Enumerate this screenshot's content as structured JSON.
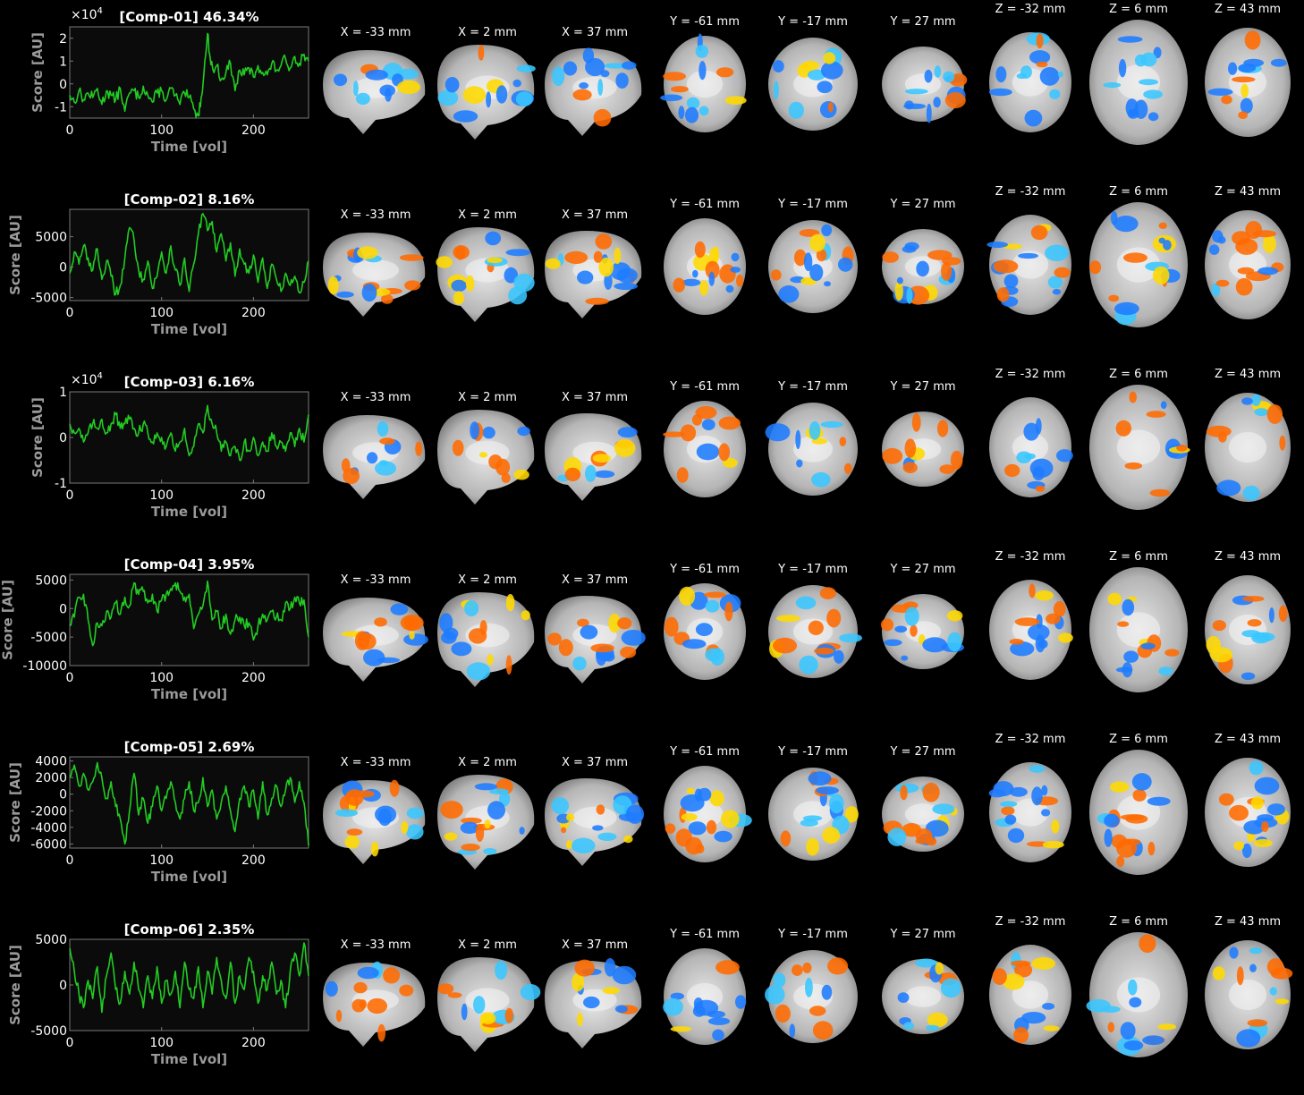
{
  "chart_data": [
    {
      "type": "line",
      "title": "[Comp-01] 46.34%",
      "xlabel": "Time [vol]",
      "ylabel": "Score [AU]",
      "exponent_label": "×10",
      "exponent_power": "4",
      "xlim": [
        0,
        260
      ],
      "ylim": [
        -1.5,
        2.5
      ],
      "xticks": [
        0,
        100,
        200
      ],
      "yticks": [
        -1,
        0,
        1,
        2
      ],
      "ytick_labels": [
        "-1",
        "0",
        "1",
        "2"
      ],
      "series": [
        {
          "color": "#22cc22",
          "x": [
            0,
            5,
            10,
            15,
            20,
            25,
            30,
            35,
            40,
            45,
            50,
            55,
            60,
            65,
            70,
            75,
            80,
            85,
            90,
            95,
            100,
            105,
            110,
            115,
            120,
            125,
            130,
            135,
            140,
            143,
            146,
            150,
            153,
            156,
            160,
            165,
            170,
            175,
            180,
            185,
            190,
            195,
            200,
            205,
            210,
            215,
            220,
            225,
            230,
            235,
            240,
            245,
            250,
            255,
            260
          ],
          "y": [
            -0.5,
            -0.8,
            -0.3,
            -0.7,
            -0.4,
            -0.6,
            -0.2,
            -0.9,
            -0.3,
            -0.5,
            -0.7,
            -0.2,
            -1.2,
            -0.4,
            -0.3,
            -0.6,
            -0.1,
            -0.5,
            -0.8,
            -0.4,
            -0.3,
            -0.7,
            -0.2,
            -0.5,
            -0.9,
            -0.4,
            -0.6,
            -1.1,
            -1.4,
            -0.6,
            0.4,
            2.2,
            1.1,
            0.6,
            0.8,
            0.2,
            0.5,
            0.9,
            -0.3,
            0.6,
            0.4,
            0.7,
            0.3,
            0.8,
            0.5,
            0.4,
            0.9,
            0.6,
            0.8,
            1.1,
            0.7,
            1.2,
            0.9,
            1.3,
            1.0
          ]
        }
      ]
    },
    {
      "type": "line",
      "title": "[Comp-02] 8.16%",
      "xlabel": "Time [vol]",
      "ylabel": "Score [AU]",
      "xlim": [
        0,
        260
      ],
      "ylim": [
        -5500,
        9500
      ],
      "xticks": [
        0,
        100,
        200
      ],
      "yticks": [
        -5000,
        0,
        5000
      ],
      "ytick_labels": [
        "-5000",
        "0",
        "5000"
      ],
      "series": [
        {
          "color": "#22cc22",
          "x": [
            0,
            5,
            10,
            15,
            20,
            25,
            30,
            35,
            40,
            45,
            50,
            55,
            60,
            65,
            70,
            75,
            80,
            85,
            90,
            95,
            100,
            105,
            110,
            115,
            120,
            125,
            130,
            135,
            140,
            145,
            150,
            155,
            160,
            165,
            170,
            175,
            180,
            185,
            190,
            195,
            200,
            205,
            210,
            215,
            220,
            225,
            230,
            235,
            240,
            245,
            250,
            255,
            260
          ],
          "y": [
            -1000,
            2500,
            500,
            3500,
            1500,
            -500,
            3000,
            -2000,
            1000,
            -1500,
            -4500,
            -3000,
            1500,
            6500,
            4500,
            -500,
            -2000,
            1000,
            -3500,
            -1500,
            2500,
            -1000,
            3500,
            -500,
            -3000,
            1500,
            -4000,
            500,
            5500,
            8800,
            6000,
            7500,
            2500,
            5500,
            1000,
            4000,
            -1500,
            3000,
            500,
            -1000,
            2000,
            -2500,
            1500,
            -3500,
            500,
            -2000,
            -4000,
            -1000,
            -3000,
            -1500,
            -4200,
            -2500,
            1000
          ]
        }
      ]
    },
    {
      "type": "line",
      "title": "[Comp-03] 6.16%",
      "xlabel": "Time [vol]",
      "ylabel": "Score [AU]",
      "exponent_label": "×10",
      "exponent_power": "4",
      "xlim": [
        0,
        260
      ],
      "ylim": [
        -1,
        1
      ],
      "xticks": [
        0,
        100,
        200
      ],
      "yticks": [
        -1,
        0,
        1
      ],
      "ytick_labels": [
        "-1",
        "0",
        "1"
      ],
      "series": [
        {
          "color": "#22cc22",
          "x": [
            0,
            5,
            10,
            15,
            20,
            25,
            30,
            35,
            40,
            45,
            50,
            55,
            60,
            65,
            70,
            75,
            80,
            85,
            90,
            95,
            100,
            105,
            110,
            115,
            120,
            125,
            130,
            135,
            140,
            145,
            150,
            155,
            160,
            165,
            170,
            175,
            180,
            185,
            190,
            195,
            200,
            205,
            210,
            215,
            220,
            225,
            230,
            235,
            240,
            245,
            250,
            255,
            260
          ],
          "y": [
            0.3,
            0.1,
            0.2,
            -0.1,
            0.1,
            0.3,
            0.2,
            0.4,
            0.1,
            0.3,
            0.5,
            0.2,
            0.3,
            0.4,
            0.2,
            0.1,
            0.3,
            0.1,
            -0.1,
            0.1,
            0.0,
            -0.2,
            0.1,
            -0.3,
            -0.1,
            0.2,
            -0.4,
            -0.2,
            0.3,
            0.1,
            0.7,
            0.3,
            0.1,
            -0.3,
            -0.1,
            -0.4,
            -0.2,
            -0.5,
            -0.1,
            -0.3,
            0.0,
            -0.4,
            -0.1,
            -0.3,
            0.1,
            -0.2,
            -0.1,
            -0.3,
            0.1,
            -0.2,
            0.2,
            -0.1,
            0.5
          ]
        }
      ]
    },
    {
      "type": "line",
      "title": "[Comp-04] 3.95%",
      "xlabel": "Time [vol]",
      "ylabel": "Score [AU]",
      "xlim": [
        0,
        260
      ],
      "ylim": [
        -10000,
        6000
      ],
      "xticks": [
        0,
        100,
        200
      ],
      "yticks": [
        -10000,
        -5000,
        0,
        5000
      ],
      "ytick_labels": [
        "-10000",
        "-5000",
        "0",
        "5000"
      ],
      "series": [
        {
          "color": "#22cc22",
          "x": [
            0,
            5,
            10,
            15,
            20,
            25,
            30,
            35,
            40,
            45,
            50,
            55,
            60,
            65,
            70,
            75,
            80,
            85,
            90,
            95,
            100,
            105,
            110,
            115,
            120,
            125,
            130,
            135,
            140,
            145,
            150,
            155,
            160,
            165,
            170,
            175,
            180,
            185,
            190,
            195,
            200,
            205,
            210,
            215,
            220,
            225,
            230,
            235,
            240,
            245,
            250,
            255,
            260
          ],
          "y": [
            -3000,
            -1500,
            2000,
            2500,
            -2000,
            -6500,
            -2500,
            -3000,
            -500,
            -1500,
            1000,
            -1000,
            2000,
            500,
            4500,
            2500,
            3000,
            1000,
            2500,
            -500,
            1500,
            2500,
            3500,
            4500,
            3000,
            2000,
            2500,
            -3500,
            -1000,
            500,
            4800,
            -2000,
            -500,
            -3500,
            -1000,
            -4500,
            -2000,
            -1500,
            -3000,
            -2500,
            -5500,
            -3000,
            -1000,
            -2000,
            -500,
            -1500,
            -2000,
            1000,
            0,
            2000,
            1000,
            1500,
            -5000
          ]
        }
      ]
    },
    {
      "type": "line",
      "title": "[Comp-05] 2.69%",
      "xlabel": "Time [vol]",
      "ylabel": "Score [AU]",
      "xlim": [
        0,
        260
      ],
      "ylim": [
        -6500,
        4500
      ],
      "xticks": [
        0,
        100,
        200
      ],
      "yticks": [
        -6000,
        -4000,
        -2000,
        0,
        2000,
        4000
      ],
      "ytick_labels": [
        "-6000",
        "-4000",
        "-2000",
        "0",
        "2000",
        "4000"
      ],
      "series": [
        {
          "color": "#22cc22",
          "x": [
            0,
            5,
            10,
            15,
            20,
            25,
            30,
            35,
            40,
            45,
            50,
            55,
            60,
            65,
            70,
            75,
            80,
            85,
            90,
            95,
            100,
            105,
            110,
            115,
            120,
            125,
            130,
            135,
            140,
            145,
            150,
            155,
            160,
            165,
            170,
            175,
            180,
            185,
            190,
            195,
            200,
            205,
            210,
            215,
            220,
            225,
            230,
            235,
            240,
            245,
            250,
            255,
            260
          ],
          "y": [
            2000,
            3500,
            1000,
            2500,
            500,
            1500,
            3800,
            2000,
            -500,
            1500,
            -1500,
            -3000,
            -6000,
            -2000,
            2500,
            -2500,
            -500,
            -3500,
            -1500,
            1000,
            -2000,
            -500,
            1500,
            -1000,
            -3000,
            -500,
            1500,
            -2000,
            -1000,
            2000,
            -1500,
            500,
            -3000,
            -1000,
            1000,
            -2000,
            -4500,
            -500,
            1000,
            -1500,
            500,
            -3000,
            1500,
            -2500,
            -500,
            1000,
            -1500,
            500,
            2000,
            -1000,
            1500,
            -1000,
            -6200
          ]
        }
      ]
    },
    {
      "type": "line",
      "title": "[Comp-06] 2.35%",
      "xlabel": "Time [vol]",
      "ylabel": "Score [AU]",
      "xlim": [
        0,
        260
      ],
      "ylim": [
        -5000,
        5000
      ],
      "xticks": [
        0,
        100,
        200
      ],
      "yticks": [
        -5000,
        0,
        5000
      ],
      "ytick_labels": [
        "-5000",
        "0",
        "5000"
      ],
      "series": [
        {
          "color": "#22cc22",
          "x": [
            0,
            5,
            10,
            15,
            20,
            25,
            30,
            35,
            40,
            45,
            50,
            55,
            60,
            65,
            70,
            75,
            80,
            85,
            90,
            95,
            100,
            105,
            110,
            115,
            120,
            125,
            130,
            135,
            140,
            145,
            150,
            155,
            160,
            165,
            170,
            175,
            180,
            185,
            190,
            195,
            200,
            205,
            210,
            215,
            220,
            225,
            230,
            235,
            240,
            245,
            250,
            255,
            260
          ],
          "y": [
            4000,
            1500,
            -1000,
            -2500,
            500,
            -1500,
            2000,
            -3000,
            1000,
            3500,
            -500,
            -2000,
            1500,
            -1000,
            2500,
            -500,
            -2500,
            1000,
            -1500,
            2000,
            -2000,
            500,
            -1000,
            1500,
            -2500,
            2500,
            -500,
            -1500,
            2000,
            -2500,
            1500,
            -1000,
            3000,
            500,
            -1500,
            2500,
            -2000,
            1000,
            -500,
            3000,
            1500,
            -2000,
            1000,
            -500,
            2500,
            -1000,
            500,
            -2500,
            1500,
            3500,
            1000,
            4600,
            1000
          ]
        }
      ]
    }
  ],
  "slice_labels": [
    "X = -33 mm",
    "X = 2 mm",
    "X = 37 mm",
    "Y = -61 mm",
    "Y = -17 mm",
    "Y = 27 mm",
    "Z = -32 mm",
    "Z = 6 mm",
    "Z = 43 mm"
  ],
  "colors": {
    "positive_hot": "#ff6a00",
    "positive_bright": "#ffd800",
    "negative_cool": "#1e7cff",
    "negative_bright": "#39c6ff",
    "trace": "#22cc22"
  }
}
